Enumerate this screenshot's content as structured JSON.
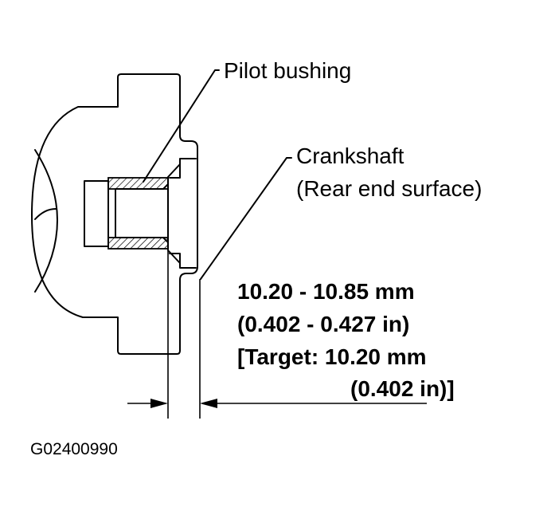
{
  "labels": {
    "pilot_bushing": "Pilot bushing",
    "crankshaft": "Crankshaft",
    "crankshaft_note": "(Rear end surface)"
  },
  "dimension": {
    "line1": "10.20 - 10.85 mm",
    "line2": "(0.402 - 0.427 in)",
    "line3": "[Target: 10.20 mm",
    "line4": "(0.402 in)]"
  },
  "figure_code": "G02400990"
}
